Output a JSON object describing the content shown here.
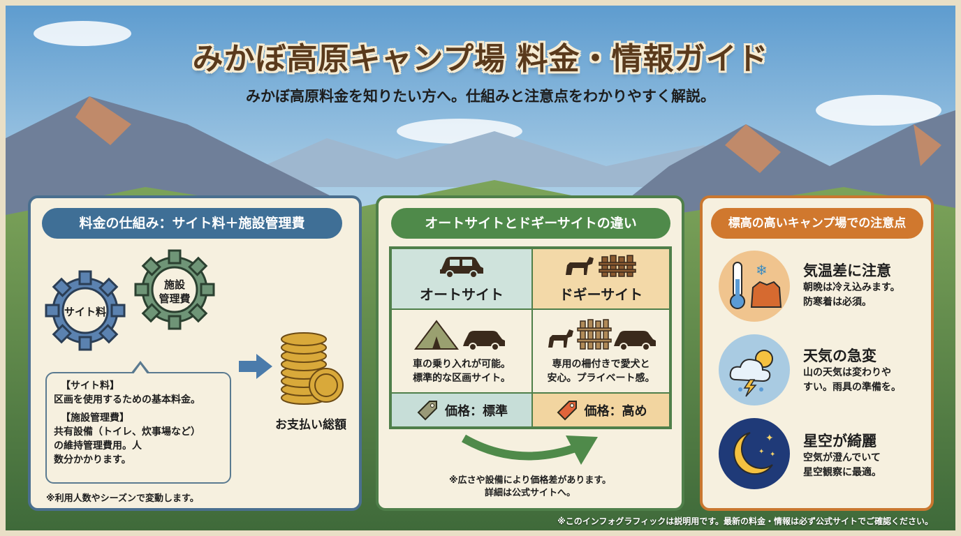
{
  "header": {
    "title": "みかぼ高原キャンプ場 料金・情報ガイド",
    "subtitle": "みかぼ高原料金を知りたい方へ。仕組みと注意点をわかりやすく解説。"
  },
  "left": {
    "heading": "料金の仕組み：サイト料＋施設管理費",
    "gear1": "サイト料",
    "gear2_l1": "施設",
    "gear2_l2": "管理費",
    "total": "お支払い総額",
    "callout": {
      "site_head": "【サイト料】",
      "site_body": "区画を使用するための基本料金。",
      "fac_head": "【施設管理費】",
      "fac_l1": "共有設備（トイレ、炊事場など）",
      "fac_l2": "の維持管理費用。人",
      "fac_l3": "数分かかります。"
    },
    "note": "※利用人数やシーズンで変動します。"
  },
  "middle": {
    "heading": "オートサイトとドギーサイトの違い",
    "auto": {
      "name": "オートサイト",
      "desc1": "車の乗り入れが可能。",
      "desc2": "標準的な区画サイト。",
      "price": "価格：標準"
    },
    "dog": {
      "name": "ドギーサイト",
      "desc1": "専用の柵付きで愛犬と",
      "desc2": "安心。プライベート感。",
      "price": "価格：高め"
    },
    "note1": "※広さや設備により価格差があります。",
    "note2": "詳細は公式サイトへ。"
  },
  "right": {
    "heading": "標高の高いキャンプ場での注意点",
    "items": [
      {
        "title": "気温差に注意",
        "l1": "朝晩は冷え込みます。",
        "l2": "防寒着は必須。"
      },
      {
        "title": "天気の急変",
        "l1": "山の天気は変わりや",
        "l2": "すい。雨具の準備を。"
      },
      {
        "title": "星空が綺麗",
        "l1": "空気が澄んでいて",
        "l2": "星空観察に最適。"
      }
    ]
  },
  "footer": "※このインフォグラフィックは説明用です。最新の料金・情報は必ず公式サイトでご確認ください。",
  "colors": {
    "left": "#3f6f96",
    "middle": "#4f8a4a",
    "right": "#d0782e",
    "title": "#5a3a1c"
  }
}
